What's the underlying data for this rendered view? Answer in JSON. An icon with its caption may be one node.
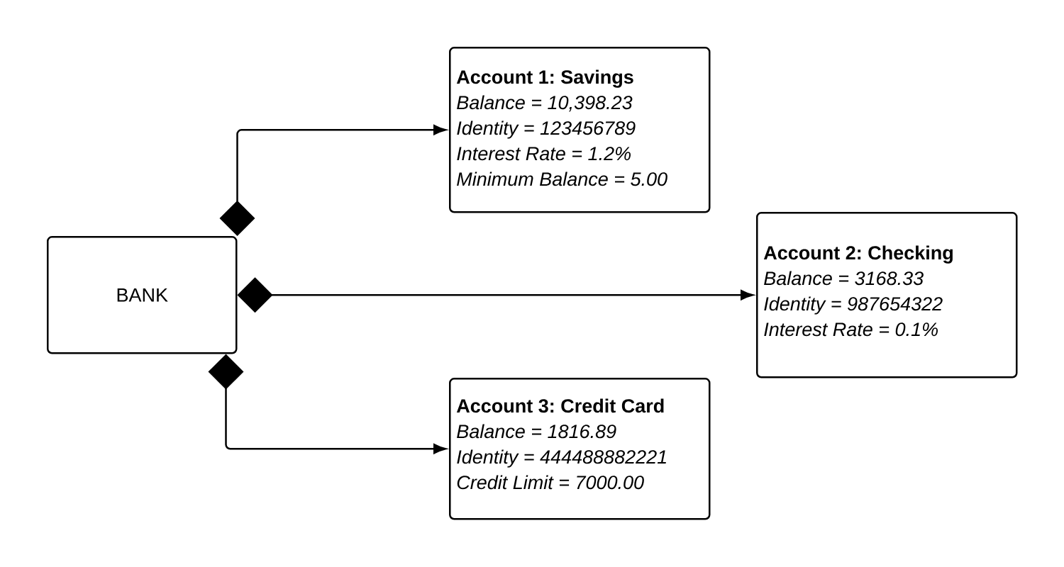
{
  "diagram": {
    "nodes": [
      {
        "text": [
          "BANK"
        ]
      },
      {
        "text": [
          "Account 1: Savings",
          "Balance = 10,398.23",
          "Identity = 123456789",
          "Interest Rate = 1.2%",
          "Minimum Balance = 5.00"
        ]
      },
      {
        "text": [
          "Account 2: Checking",
          "Balance = 3168.33",
          "Identity = 987654322",
          "Interest Rate = 0.1%"
        ]
      },
      {
        "text": [
          "Account 3: Credit Card",
          "Balance = 1816.89",
          "Identity = 444488882221",
          "Credit Limit = 7000.00"
        ]
      }
    ],
    "edges": [
      {
        "from": 0,
        "to": 1,
        "arrow": "to"
      },
      {
        "from": 0,
        "to": 2,
        "arrow": "to"
      },
      {
        "from": 0,
        "to": 3,
        "arrow": "to"
      }
    ]
  }
}
